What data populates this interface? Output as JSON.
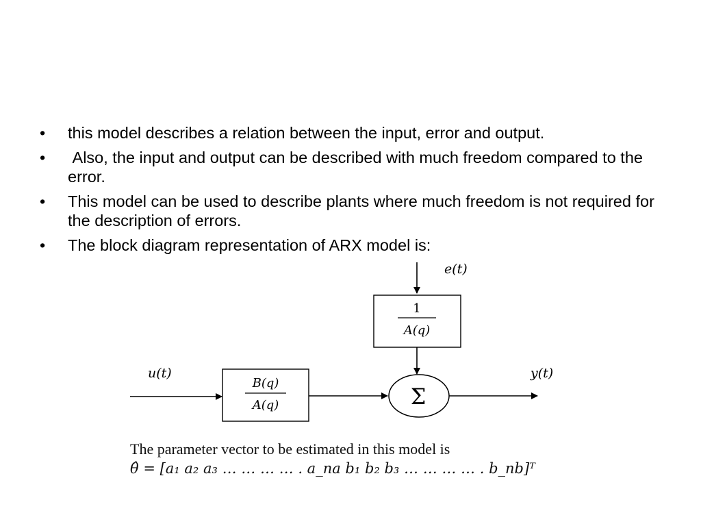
{
  "bullets": [
    "this model describes a relation between the input, error and output.",
    " Also, the input and output can be described with much freedom compared to the error.",
    "This model can be used to describe plants where much freedom is not required for the description of errors.",
    "The block diagram representation of ARX model is:"
  ],
  "bullet_char": "•",
  "diagram": {
    "noise_label": "e(t)",
    "input_label": "u(t)",
    "output_label": "y(t)",
    "noise_block": {
      "numerator": "1",
      "denominator": "A(q)"
    },
    "plant_block": {
      "numerator": "B(q)",
      "denominator": "A(q)"
    },
    "sum_symbol": "Σ"
  },
  "parameter_text": "The parameter vector to be estimated in this model is",
  "parameter_equation": "θ̂ = [a₁ a₂ a₃ … … … … . a_na b₁ b₂ b₃ … … … … . b_nb]ᵀ"
}
